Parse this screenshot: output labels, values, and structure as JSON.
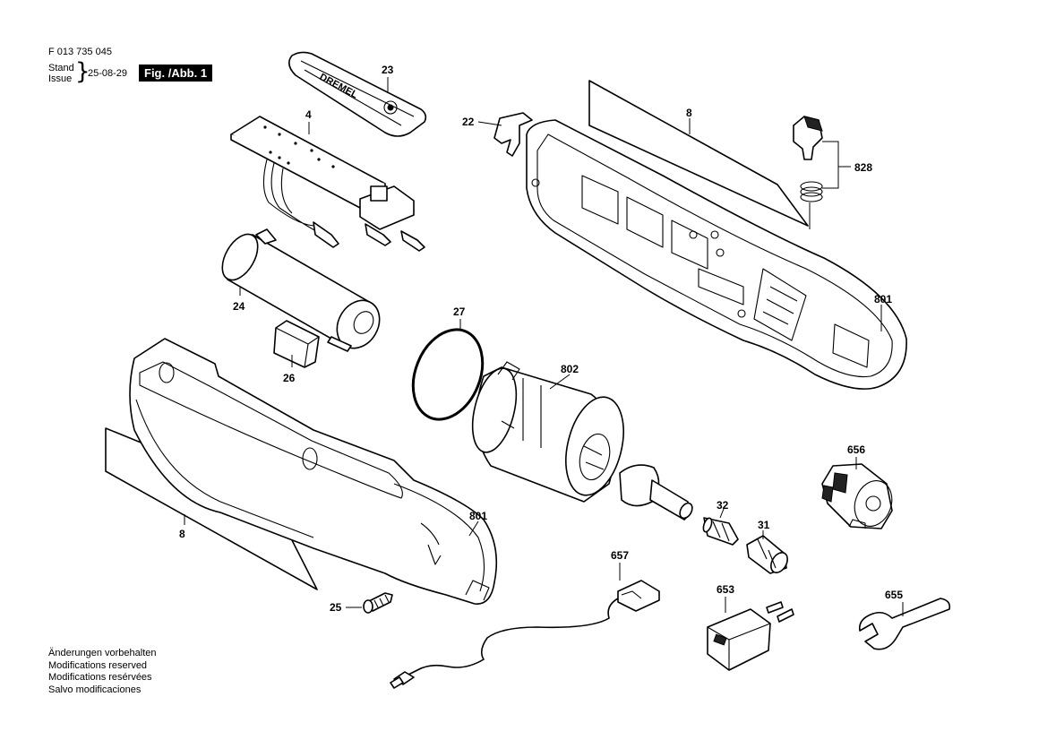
{
  "header": {
    "doc_number": "F 013 735 045",
    "stand_label": "Stand",
    "issue_label": "Issue",
    "date": "25-08-29",
    "figure_label": "Fig. /Abb. 1"
  },
  "parts": [
    {
      "id": "p23",
      "label": "23"
    },
    {
      "id": "p4",
      "label": "4"
    },
    {
      "id": "p22",
      "label": "22"
    },
    {
      "id": "p8a",
      "label": "8"
    },
    {
      "id": "p828",
      "label": "828"
    },
    {
      "id": "p24",
      "label": "24"
    },
    {
      "id": "p26",
      "label": "26"
    },
    {
      "id": "p27",
      "label": "27"
    },
    {
      "id": "p801a",
      "label": "801"
    },
    {
      "id": "p802",
      "label": "802"
    },
    {
      "id": "p656",
      "label": "656"
    },
    {
      "id": "p8b",
      "label": "8"
    },
    {
      "id": "p801b",
      "label": "801"
    },
    {
      "id": "p32",
      "label": "32"
    },
    {
      "id": "p31",
      "label": "31"
    },
    {
      "id": "p657",
      "label": "657"
    },
    {
      "id": "p653",
      "label": "653"
    },
    {
      "id": "p655",
      "label": "655"
    },
    {
      "id": "p25",
      "label": "25"
    }
  ],
  "notes": [
    "Änderungen vorbehalten",
    "Modifications reserved",
    "Modifications resérvées",
    "Salvo modificaciones"
  ]
}
